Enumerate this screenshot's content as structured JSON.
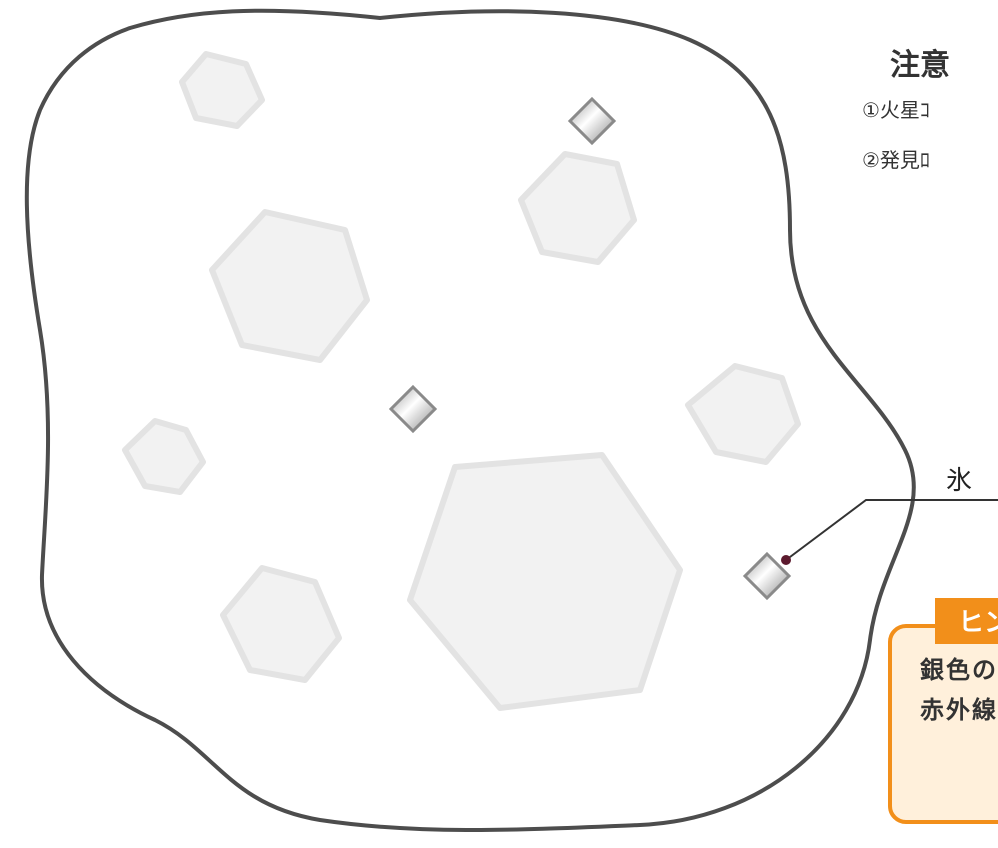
{
  "notes": {
    "title": "注意",
    "items": [
      "①火星ｺ",
      "②発見ﾛ"
    ]
  },
  "callout": {
    "label": "氷"
  },
  "hint": {
    "tag": "ヒン",
    "lines": [
      "銀色の",
      "赤外線"
    ]
  },
  "icons": {
    "ice_crystal": "diamond-icon",
    "rock": "hexagon-shape"
  },
  "colors": {
    "outline": "#4d4d4d",
    "rock_fill": "#f2f2f2",
    "rock_stroke": "#e3e3e3",
    "hint_orange": "#f28f1a",
    "hint_fill": "#fff0db",
    "callout_dot": "#5c1a2e"
  }
}
